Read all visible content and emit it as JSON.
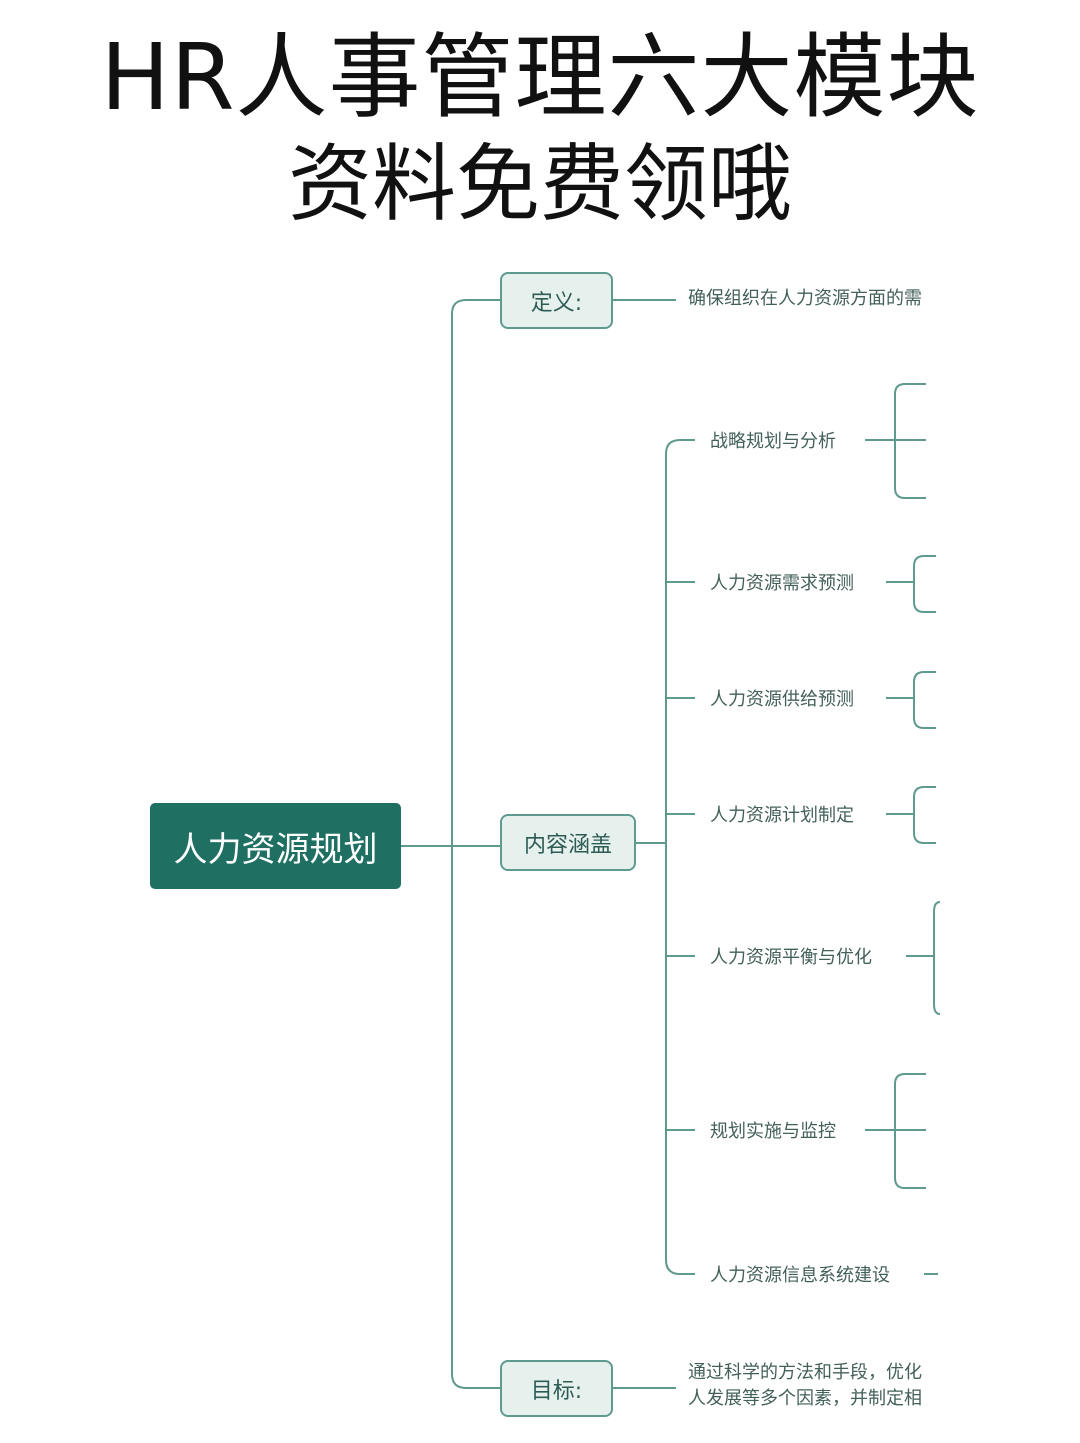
{
  "header": {
    "title_line1": "HR人事管理六大模块",
    "title_line2": "资料免费领哦"
  },
  "mindmap": {
    "root": "人力资源规划",
    "definition": {
      "label": "定义:",
      "text": "确保组织在人力资源方面的需"
    },
    "content": {
      "label": "内容涵盖",
      "items": [
        "战略规划与分析",
        "人力资源需求预测",
        "人力资源供给预测",
        "人力资源计划制定",
        "人力资源平衡与优化",
        "规划实施与监控",
        "人力资源信息系统建设"
      ]
    },
    "goal": {
      "label": "目标:",
      "text_line1": "通过科学的方法和手段，优化",
      "text_line2": "人发展等多个因素，并制定相"
    }
  },
  "colors": {
    "root_bg": "#1f6f63",
    "node_bg": "#e6f1ee",
    "node_border": "#5f9a8f",
    "line": "#5f9a8f"
  }
}
